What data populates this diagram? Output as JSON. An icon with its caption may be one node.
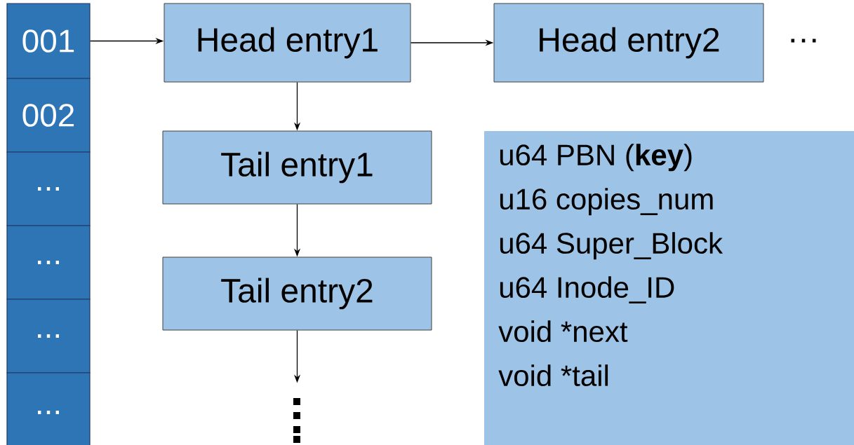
{
  "diagram": {
    "nodes": [
      {
        "text": [
          "001"
        ]
      },
      {
        "text": [
          "002"
        ]
      },
      {
        "text": [
          "..."
        ]
      },
      {
        "text": [
          "..."
        ]
      },
      {
        "text": [
          "..."
        ]
      },
      {
        "text": [
          "..."
        ]
      },
      {
        "text": [
          "Head entry1"
        ]
      },
      {
        "text": [
          "Head entry2"
        ]
      },
      {
        "text": [
          "Tail entry1"
        ]
      },
      {
        "text": [
          "Tail entry2"
        ]
      },
      {
        "text": [
          "u64 PBN (**key**)",
          "u16 copies_num",
          "u64 Super_Block",
          "u64 Inode_ID",
          "void *next",
          "void *tail"
        ]
      }
    ],
    "edges": [
      {
        "from": 0,
        "to": 6,
        "arrow": "to"
      },
      {
        "from": 6,
        "to": 7,
        "arrow": "to"
      },
      {
        "from": 6,
        "to": 8,
        "arrow": "to"
      },
      {
        "from": 8,
        "to": 9,
        "arrow": "to"
      },
      {
        "from": 9,
        "to": null,
        "arrow": "to"
      }
    ],
    "labels": [
      "…"
    ]
  }
}
